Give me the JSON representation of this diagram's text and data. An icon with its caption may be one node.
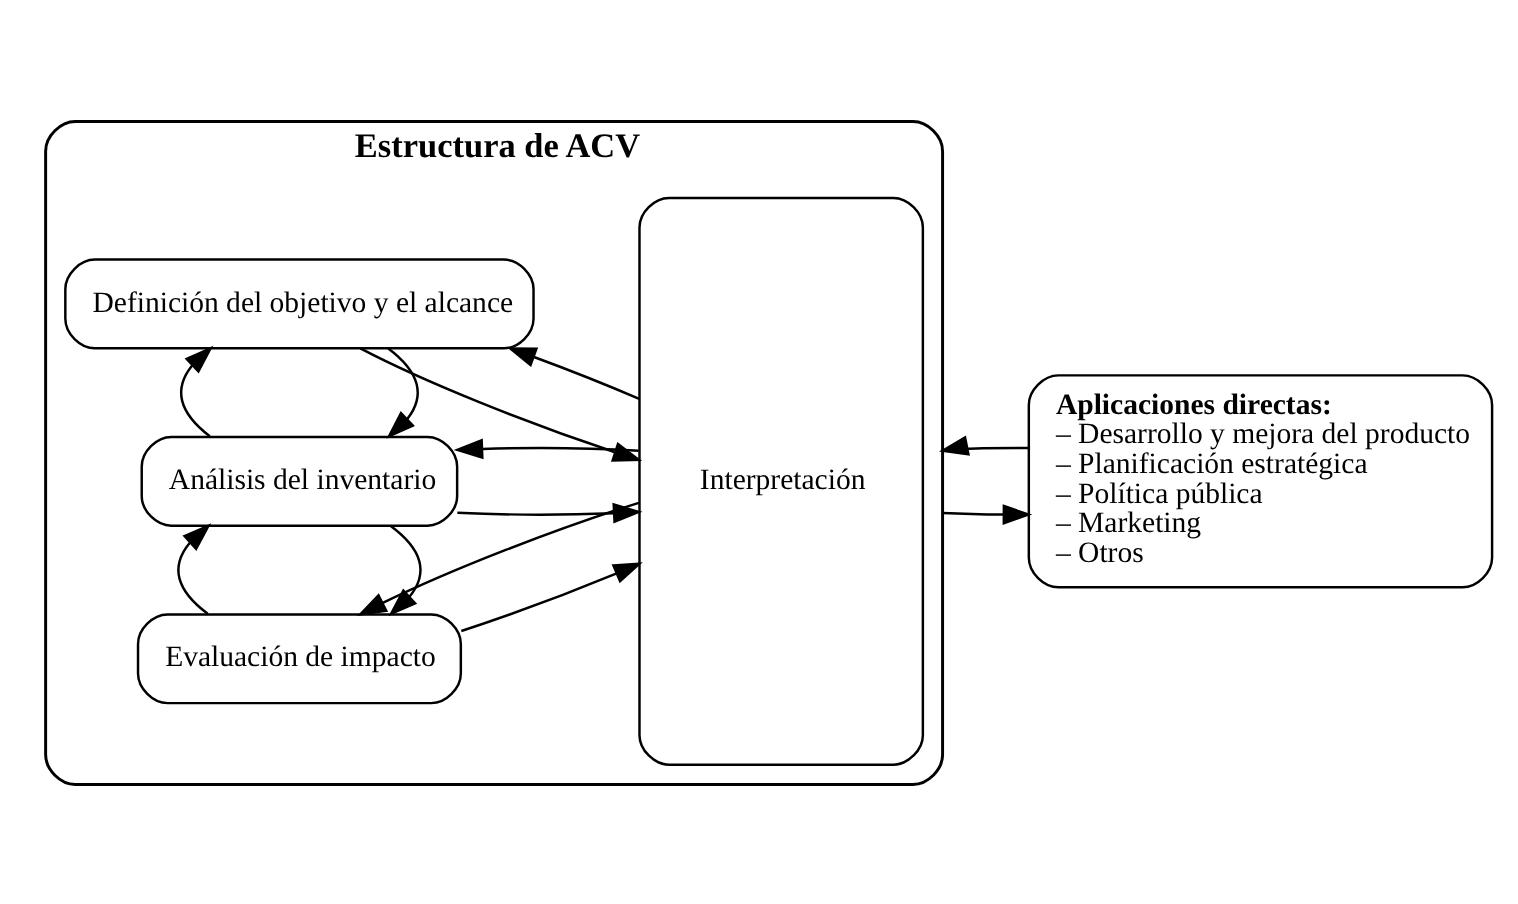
{
  "diagram": {
    "nodes": [
      {
        "text": [
          "Estructura de ACV"
        ]
      },
      {
        "text": [
          "Definición del objetivo y el alcance"
        ],
        "in": 0
      },
      {
        "text": [
          "Análisis del inventario"
        ],
        "in": 0
      },
      {
        "text": [
          "Evaluación de impacto"
        ],
        "in": 0
      },
      {
        "text": [
          "Interpretación"
        ],
        "in": 0
      },
      {
        "text": [
          "Aplicaciones directas:",
          "– Desarrollo y mejora del producto",
          "– Planificación estratégica",
          "– Política pública",
          "– Marketing",
          "– Otros"
        ]
      }
    ],
    "edges": [
      {
        "from": 1,
        "to": 4,
        "arrow": "to"
      },
      {
        "from": 4,
        "to": 1,
        "arrow": "to"
      },
      {
        "from": 1,
        "to": 2,
        "arrow": "to"
      },
      {
        "from": 2,
        "to": 1,
        "arrow": "to"
      },
      {
        "from": 2,
        "to": 4,
        "arrow": "to"
      },
      {
        "from": 4,
        "to": 2,
        "arrow": "to"
      },
      {
        "from": 2,
        "to": 3,
        "arrow": "to"
      },
      {
        "from": 3,
        "to": 2,
        "arrow": "to"
      },
      {
        "from": 3,
        "to": 4,
        "arrow": "to"
      },
      {
        "from": 4,
        "to": 3,
        "arrow": "to"
      },
      {
        "from": 0,
        "to": 5,
        "arrow": "to"
      },
      {
        "from": 5,
        "to": 0,
        "arrow": "to"
      }
    ]
  }
}
